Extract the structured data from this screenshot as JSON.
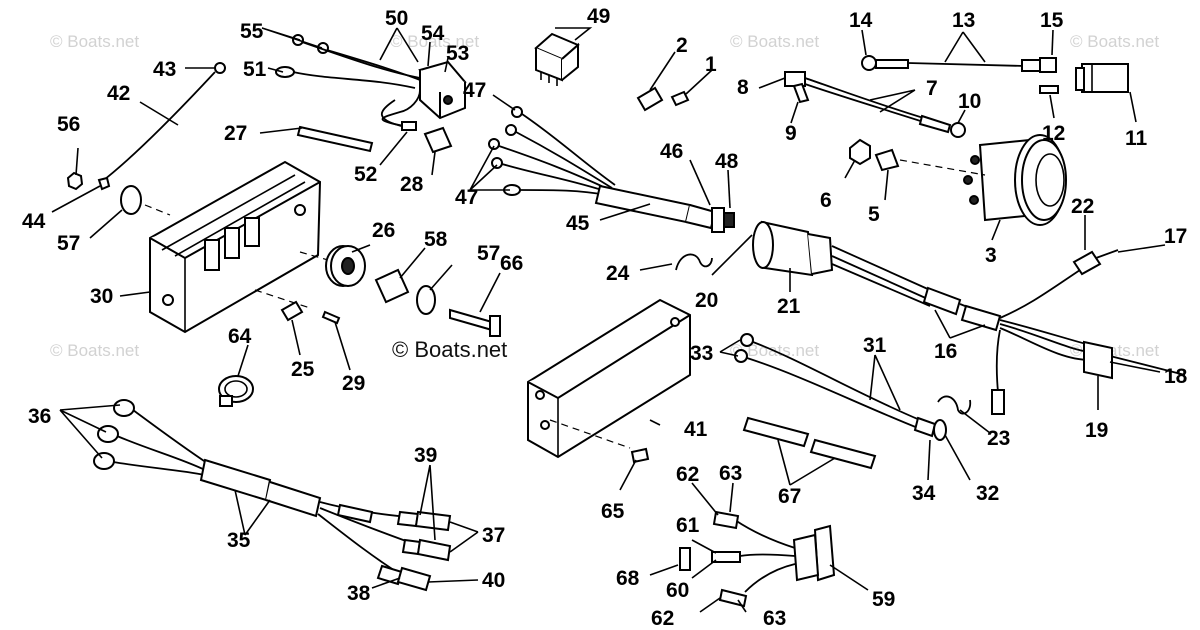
{
  "watermarks": {
    "repeat_text": "© Boats.net",
    "main_text": "© Boats.net"
  },
  "callouts": [
    "1",
    "2",
    "3",
    "5",
    "6",
    "7",
    "8",
    "9",
    "10",
    "11",
    "12",
    "13",
    "14",
    "15",
    "16",
    "17",
    "18",
    "19",
    "20",
    "21",
    "22",
    "23",
    "24",
    "25",
    "26",
    "27",
    "28",
    "29",
    "30",
    "31",
    "32",
    "33",
    "34",
    "35",
    "36",
    "37",
    "38",
    "39",
    "40",
    "41",
    "42",
    "43",
    "44",
    "45",
    "46",
    "47",
    "48",
    "49",
    "50",
    "51",
    "52",
    "53",
    "54",
    "55",
    "56",
    "57",
    "58",
    "59",
    "60",
    "61",
    "62",
    "63",
    "64",
    "65",
    "66",
    "67",
    "68"
  ]
}
